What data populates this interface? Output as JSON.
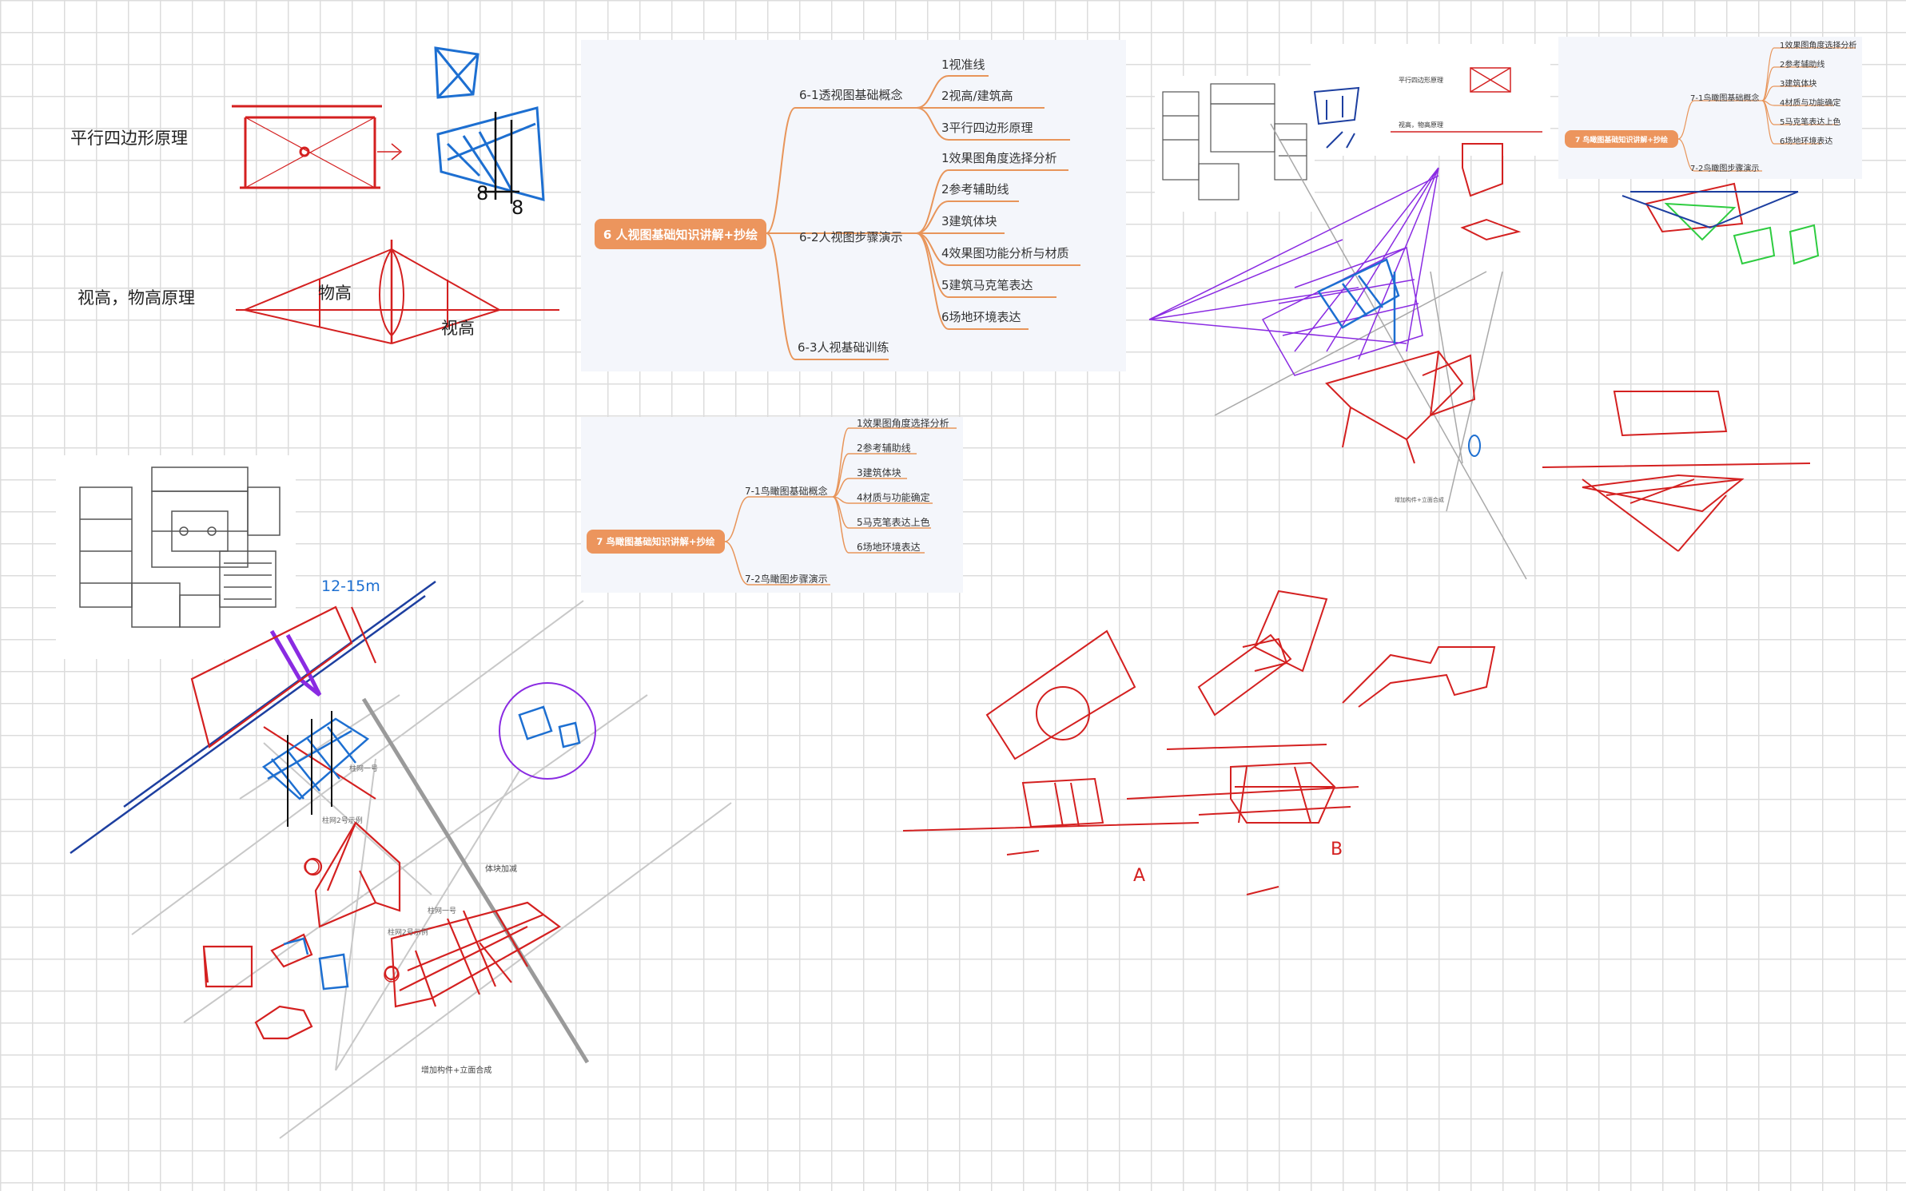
{
  "principles": {
    "parallelogram": "平行四边形原理",
    "eye_height": "视高，物高原理",
    "object_height": "物高",
    "eye_height_short": "视高"
  },
  "mindmap_6": {
    "root": "6 人视图基础知识讲解+抄绘",
    "branches": [
      {
        "label": "6-1透视图基础概念",
        "items": [
          "1视准线",
          "2视高/建筑高",
          "3平行四边形原理"
        ]
      },
      {
        "label": "6-2人视图步骤演示",
        "items": [
          "1效果图角度选择分析",
          "2参考辅助线",
          "3建筑体块",
          "4效果图功能分析与材质",
          "5建筑马克笔表达",
          "6场地环境表达"
        ]
      },
      {
        "label": "6-3人视基础训练",
        "items": []
      }
    ]
  },
  "mindmap_7": {
    "root": "7 鸟瞰图基础知识讲解+抄绘",
    "branches": [
      {
        "label": "7-1鸟瞰图基础概念",
        "items": [
          "1效果图角度选择分析",
          "2参考辅助线",
          "3建筑体块",
          "4材质与功能确定",
          "5马克笔表达上色",
          "6场地环境表达"
        ]
      },
      {
        "label": "7-2鸟瞰图步骤演示",
        "items": []
      }
    ]
  },
  "mindmap_7_small": {
    "root": "7 鸟瞰图基础知识讲解+抄绘",
    "branches": [
      {
        "label": "7-1鸟瞰图基础概念",
        "items": [
          "1效果图角度选择分析",
          "2参考辅助线",
          "3建筑体块",
          "4材质与功能确定",
          "5马克笔表达上色",
          "6场地环境表达"
        ]
      },
      {
        "label": "7-2鸟瞰图步骤演示",
        "items": []
      }
    ]
  },
  "annotations": {
    "block_add_sub": "体块加减",
    "add_components": "增加构件+立面合成",
    "add_components_small": "增加构件+立面合成",
    "column_1": "柱网一号",
    "column_2": "柱网2号示例",
    "column_1b": "柱网一号",
    "column_2b": "柱网2号示例",
    "dimension": "12-15m",
    "parallel_small": "平行四边形原理",
    "eye_height_small": "视高，物高原理"
  },
  "colors": {
    "accent_orange": "#ec955d",
    "sketch_red": "#d42020",
    "sketch_blue": "#1d6fd1",
    "sketch_purple": "#8a2be2",
    "sketch_green": "#2ecc40",
    "grid": "#dcdcdc"
  }
}
